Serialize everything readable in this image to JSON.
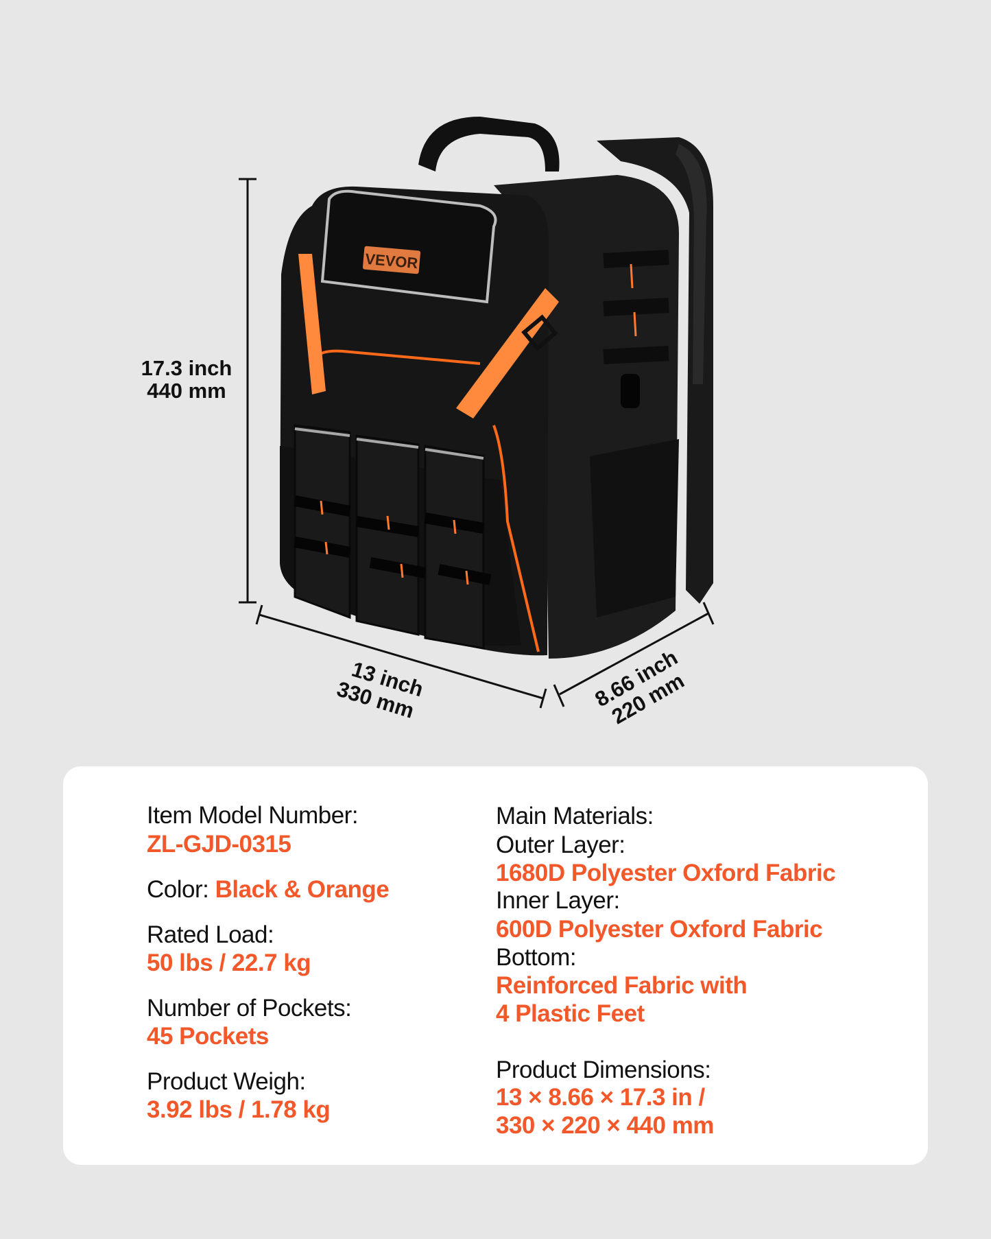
{
  "brand": {
    "logo_text": "VEVOR"
  },
  "colors": {
    "accent": "#f2582a",
    "background": "#e7e7e7",
    "card": "#ffffff",
    "bag": "#141414",
    "strap": "#ff8a3d"
  },
  "dimensions": {
    "height": {
      "inch": "17.3 inch",
      "mm": "440 mm"
    },
    "width": {
      "inch": "13 inch",
      "mm": "330 mm"
    },
    "depth": {
      "inch": "8.66 inch",
      "mm": "220 mm"
    }
  },
  "specs": {
    "model_label": "Item Model Number:",
    "model_value": "ZL-GJD-0315",
    "color_label": "Color:",
    "color_value": "Black & Orange",
    "load_label": "Rated Load:",
    "load_value": "50 lbs / 22.7 kg",
    "pockets_label": "Number of Pockets:",
    "pockets_value": "45 Pockets",
    "weight_label": "Product Weigh:",
    "weight_value": "3.92 lbs / 1.78 kg",
    "materials_label": "Main Materials:",
    "outer_label": "Outer Layer:",
    "outer_value": "1680D Polyester Oxford Fabric",
    "inner_label": "Inner Layer:",
    "inner_value": "600D Polyester Oxford Fabric",
    "bottom_label": "Bottom:",
    "bottom_value_1": "Reinforced Fabric with",
    "bottom_value_2": "4 Plastic Feet",
    "dims_label": "Product Dimensions:",
    "dims_value_1": "13 × 8.66 × 17.3 in /",
    "dims_value_2": "330 × 220 × 440 mm"
  }
}
